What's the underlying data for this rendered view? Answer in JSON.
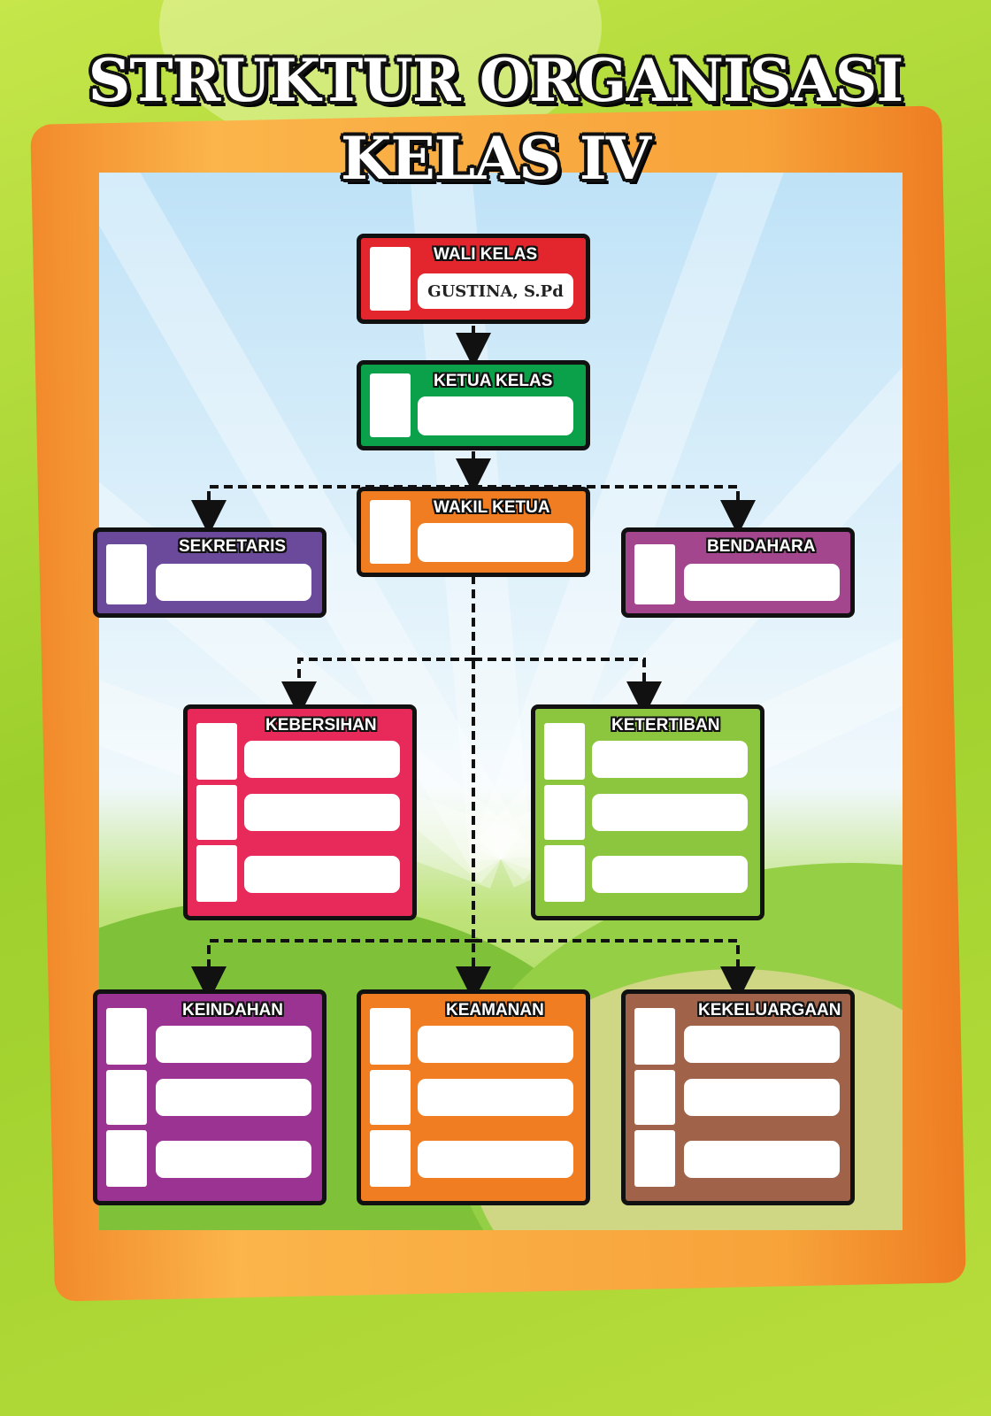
{
  "title": {
    "line1": "STRUKTUR ORGANISASI",
    "line2": "KELAS IV"
  },
  "colors": {
    "wali_kelas": "#e3262d",
    "ketua_kelas": "#0aa14a",
    "wakil_ketua": "#f07d22",
    "sekretaris": "#6b4a9c",
    "bendahara": "#a3468e",
    "kebersihan": "#e72a59",
    "ketertiban": "#8cc63f",
    "keindahan": "#9a3391",
    "keamanan": "#f07d22",
    "kekeluargaan": "#a0634a"
  },
  "wali_kelas": {
    "label": "WALI KELAS",
    "name": "GUSTINA, S.Pd"
  },
  "ketua_kelas": {
    "label": "KETUA KELAS"
  },
  "wakil_ketua": {
    "label": "WAKIL KETUA"
  },
  "sekretaris": {
    "label": "SEKRETARIS"
  },
  "bendahara": {
    "label": "BENDAHARA"
  },
  "kebersihan": {
    "label": "KEBERSIHAN"
  },
  "ketertiban": {
    "label": "KETERTIBAN"
  },
  "keindahan": {
    "label": "KEINDAHAN"
  },
  "keamanan": {
    "label": "KEAMANAN"
  },
  "kekeluargaan": {
    "label": "KEKELUARGAAN"
  }
}
